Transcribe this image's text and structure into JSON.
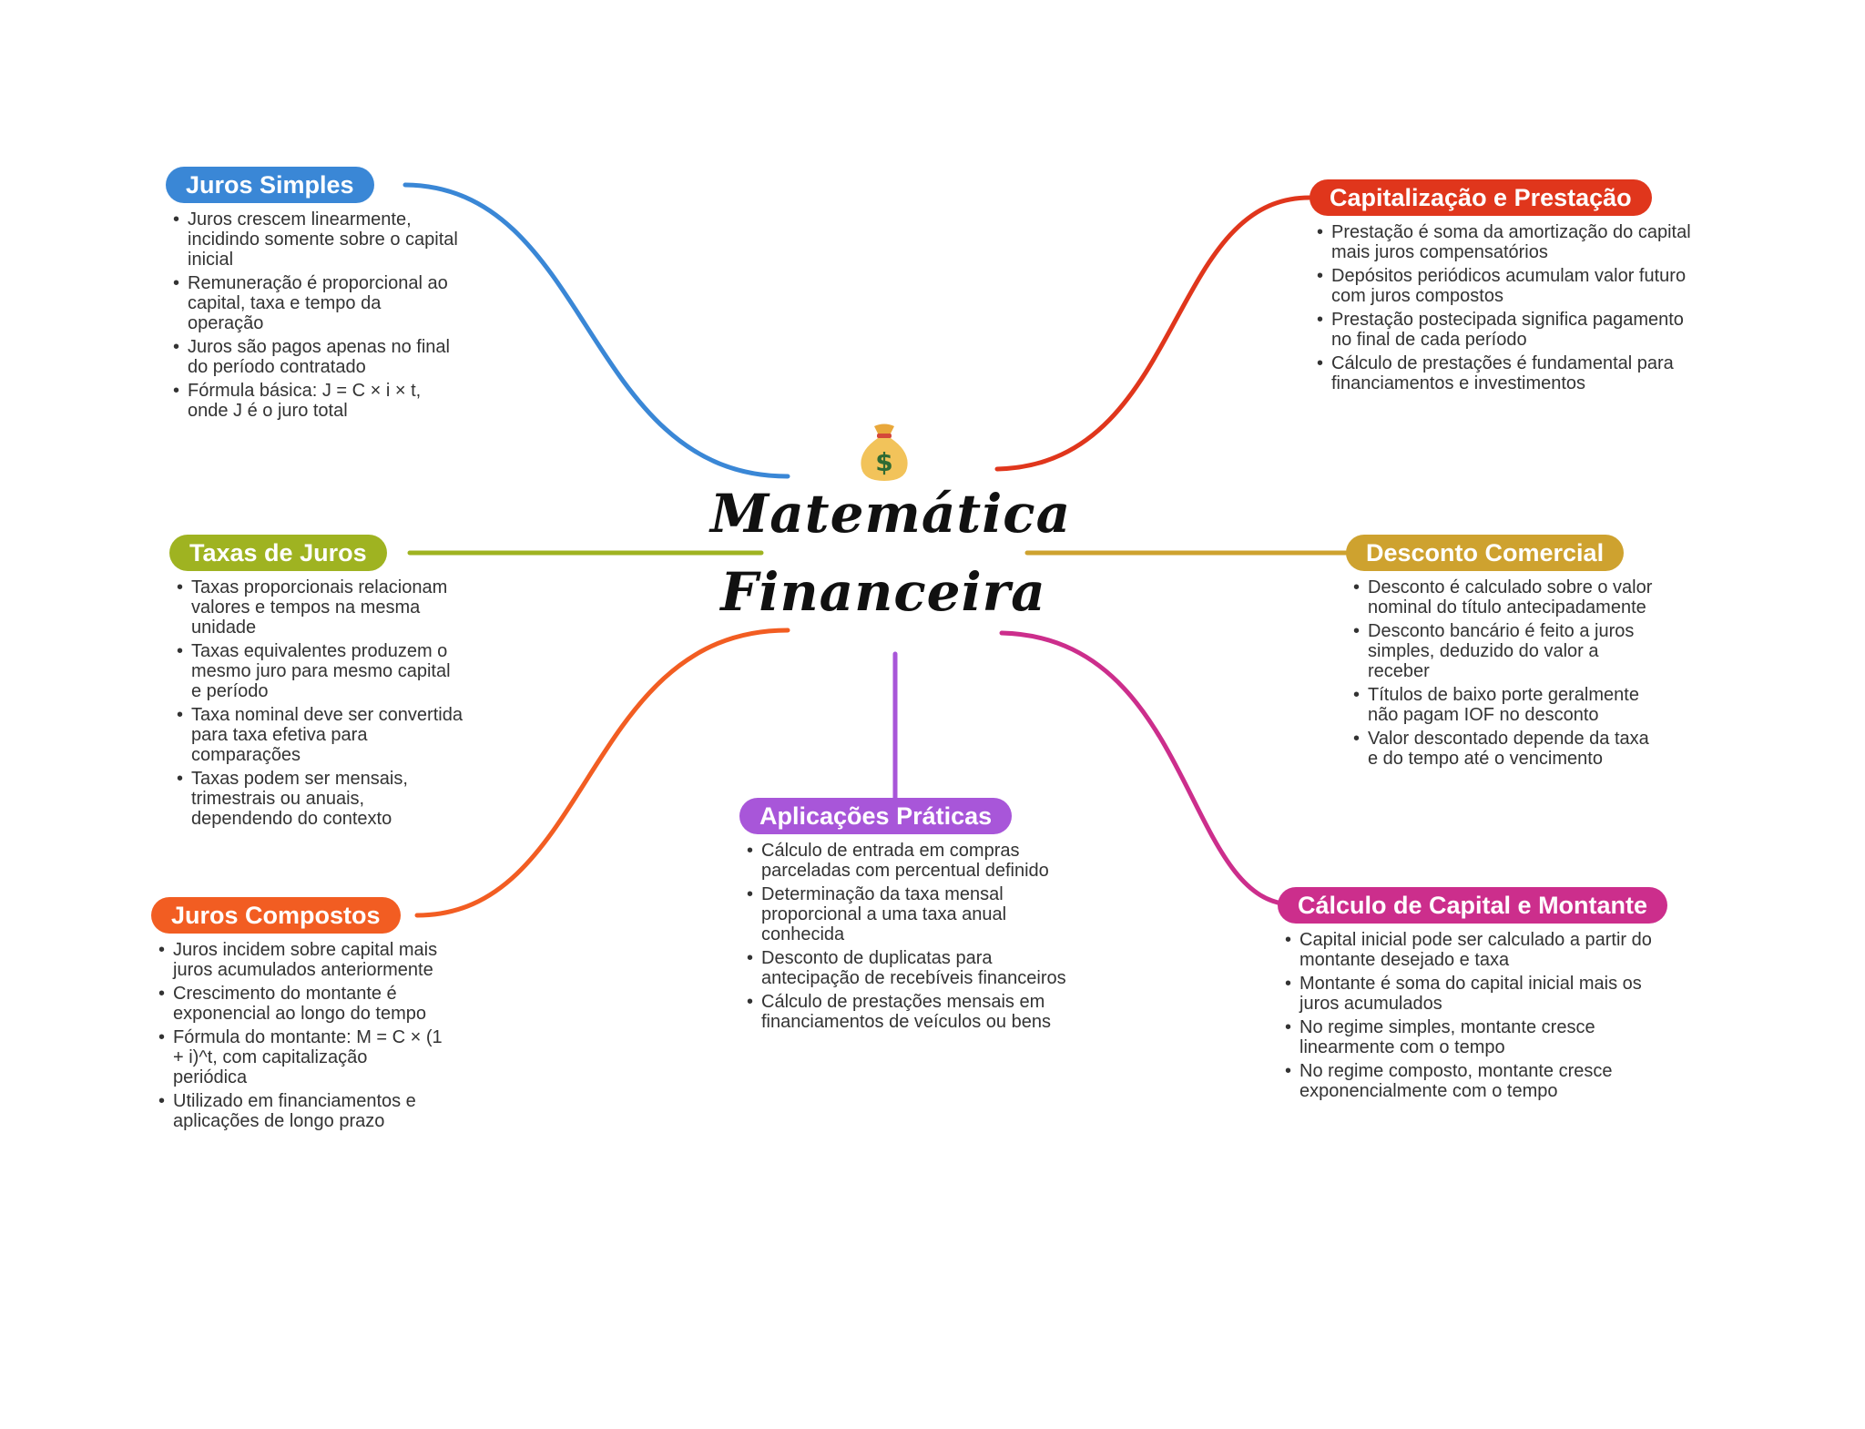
{
  "title": {
    "line1": "Matemática",
    "line2": "Financeira"
  },
  "center_icon": "money-bag-icon",
  "branches": {
    "juros_simples": {
      "label": "Juros Simples",
      "color": "#3a87d6",
      "items": [
        "Juros crescem linearmente, incidindo somente sobre o capital inicial",
        "Remuneração é proporcional ao capital, taxa e tempo da operação",
        "Juros são pagos apenas no final do período contratado",
        "Fórmula básica: J = C × i × t, onde J é o juro total"
      ]
    },
    "taxas_juros": {
      "label": "Taxas de Juros",
      "color": "#9fb321",
      "items": [
        "Taxas proporcionais relacionam valores e tempos na mesma unidade",
        "Taxas equivalentes produzem o mesmo juro para mesmo capital e período",
        "Taxa nominal deve ser convertida para taxa efetiva para comparações",
        "Taxas podem ser mensais, trimestrais ou anuais, dependendo do contexto"
      ]
    },
    "juros_compostos": {
      "label": "Juros Compostos",
      "color": "#f25d22",
      "items": [
        "Juros incidem sobre capital mais juros acumulados anteriormente",
        "Crescimento do montante é exponencial ao longo do tempo",
        "Fórmula do montante: M = C × (1 + i)^t, com capitalização periódica",
        "Utilizado em financiamentos e aplicações de longo prazo"
      ]
    },
    "aplicacoes_praticas": {
      "label": "Aplicações Práticas",
      "color": "#a856d9",
      "items": [
        "Cálculo de entrada em compras parceladas com percentual definido",
        "Determinação da taxa mensal proporcional a uma taxa anual conhecida",
        "Desconto de duplicatas para antecipação de recebíveis financeiros",
        "Cálculo de prestações mensais em financiamentos de veículos ou bens"
      ]
    },
    "capitalizacao_prestacao": {
      "label": "Capitalização e Prestação",
      "color": "#e0361c",
      "items": [
        "Prestação é soma da amortização do capital mais juros compensatórios",
        "Depósitos periódicos acumulam valor futuro com juros compostos",
        "Prestação postecipada significa pagamento no final de cada período",
        "Cálculo de prestações é fundamental para financiamentos e investimentos"
      ]
    },
    "desconto_comercial": {
      "label": "Desconto Comercial",
      "color": "#cea22f",
      "items": [
        "Desconto é calculado sobre o valor nominal do título antecipadamente",
        "Desconto bancário é feito a juros simples, deduzido do valor a receber",
        "Títulos de baixo porte geralmente não pagam IOF no desconto",
        "Valor descontado depende da taxa e do tempo até o vencimento"
      ]
    },
    "calculo_capital_montante": {
      "label": "Cálculo de Capital e Montante",
      "color": "#cc2e8c",
      "items": [
        "Capital inicial pode ser calculado a partir do montante desejado e taxa",
        "Montante é soma do capital inicial mais os juros acumulados",
        "No regime simples, montante cresce linearmente com o tempo",
        "No regime composto, montante cresce exponencialmente com o tempo"
      ]
    }
  }
}
